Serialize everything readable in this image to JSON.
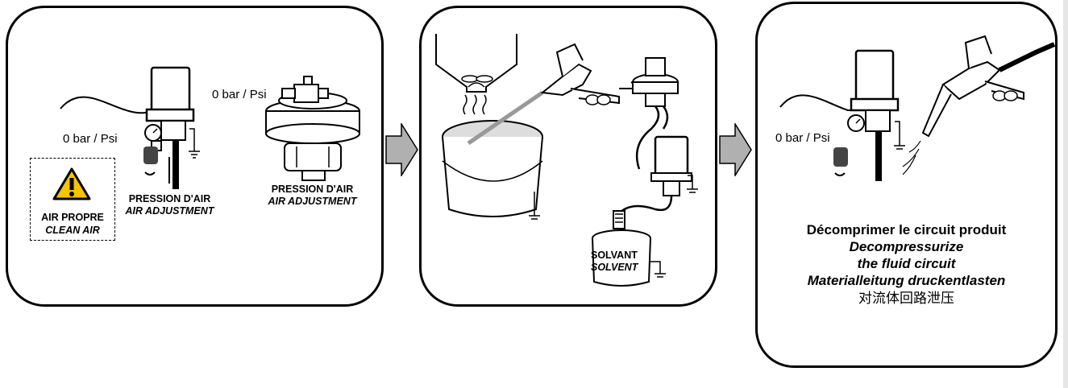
{
  "panel1": {
    "pressure_left": "0 bar / Psi",
    "pressure_right": "0 bar / Psi",
    "warning_line1": "AIR PROPRE",
    "warning_line2": "CLEAN AIR",
    "caption_left_fr": "PRESSION D'AIR",
    "caption_left_en": "AIR ADJUSTMENT",
    "caption_right_fr": "PRESSION D'AIR",
    "caption_right_en": "AIR ADJUSTMENT"
  },
  "panel2": {
    "solvent_fr": "SOLVANT",
    "solvent_en": "SOLVENT"
  },
  "panel3": {
    "pressure": "0 bar / Psi",
    "text_fr": "Décomprimer le circuit produit",
    "text_en_1": "Decompressurize",
    "text_en_2": "the fluid circuit",
    "text_de": "Materialleitung druckentlasten",
    "text_zh": "对流体回路泄压"
  },
  "colors": {
    "warning_yellow": "#f5c400",
    "arrow_gray": "#b0b0b0",
    "line": "#000000"
  }
}
